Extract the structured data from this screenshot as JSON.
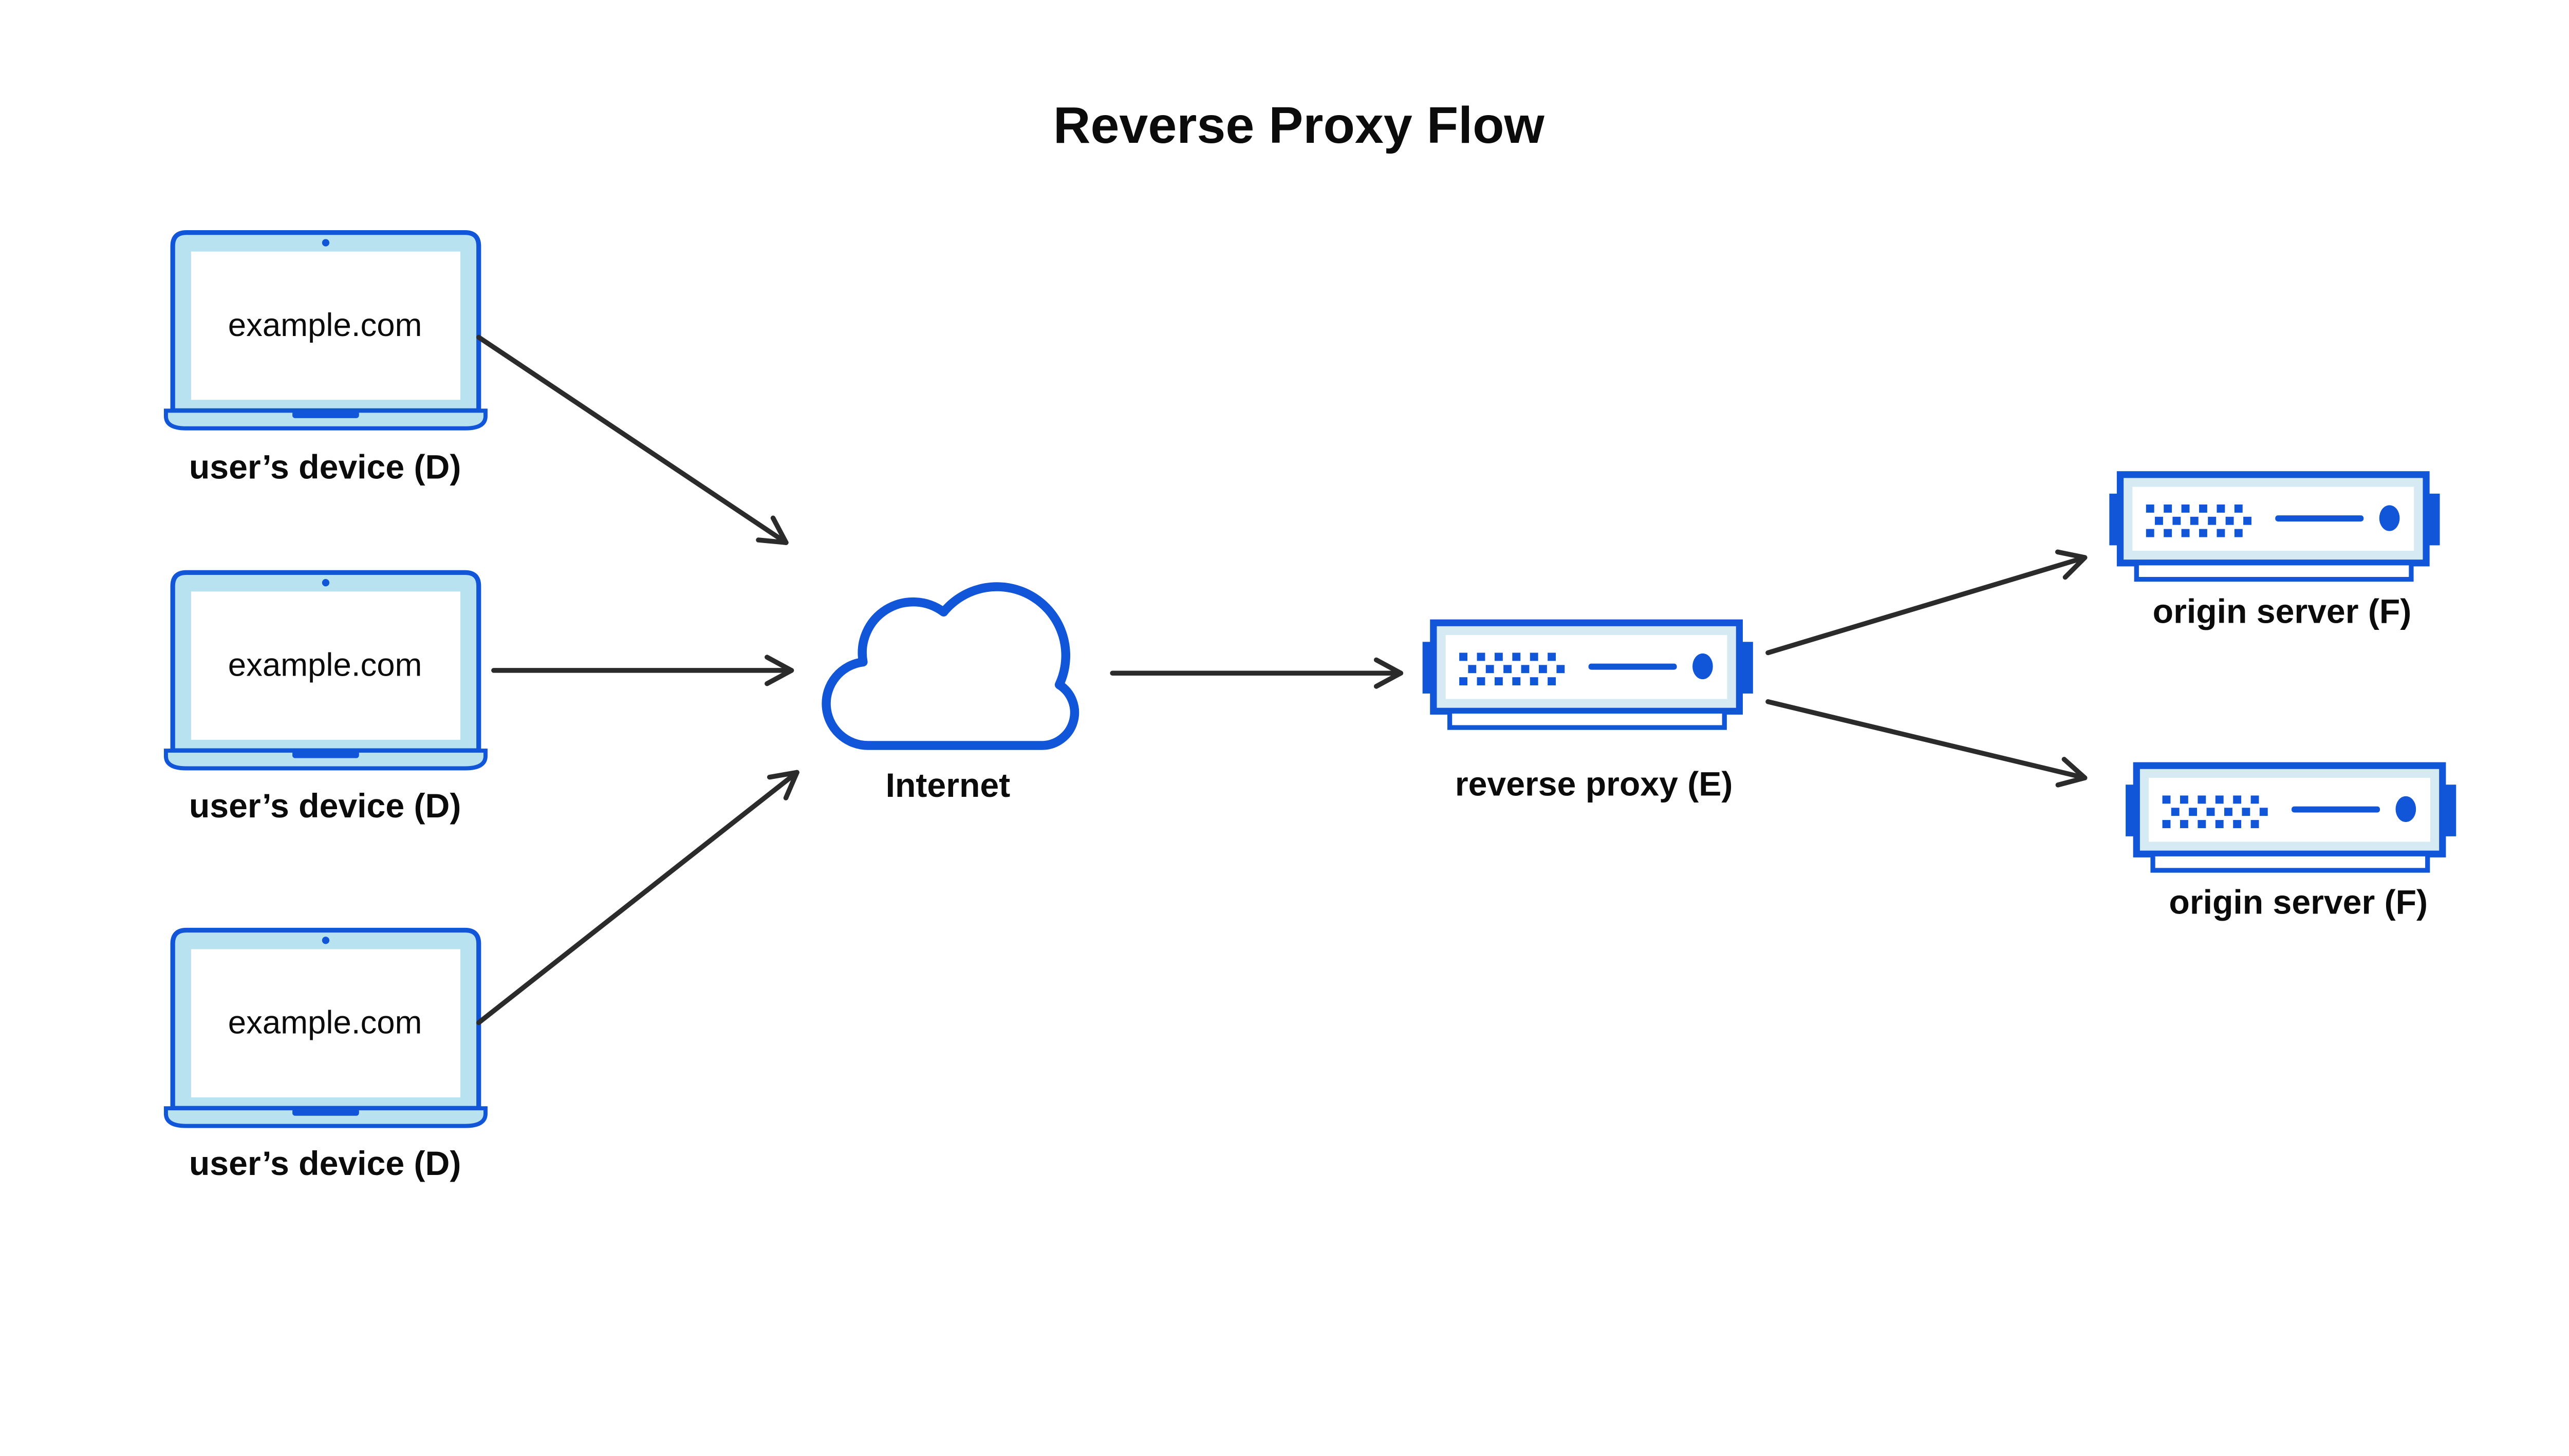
{
  "title": "Reverse Proxy Flow",
  "colors": {
    "accent": "#1156d8",
    "laptop_fill": "#b9e2f1",
    "server_fill": "#d6eaf4",
    "arrow": "#2b2b2b",
    "text": "#0b0b0c",
    "bg": "#ffffff"
  },
  "icons": {
    "device": "laptop-icon",
    "internet": "cloud-icon",
    "reverse_proxy": "server-icon",
    "origin_server": "server-icon"
  },
  "nodes": {
    "devices": [
      {
        "screen_label": "example.com",
        "caption": "user’s device (D)"
      },
      {
        "screen_label": "example.com",
        "caption": "user’s device (D)"
      },
      {
        "screen_label": "example.com",
        "caption": "user’s device (D)"
      }
    ],
    "internet": {
      "caption": "Internet"
    },
    "reverse_proxy": {
      "caption": "reverse proxy (E)"
    },
    "origin_servers": [
      {
        "caption": "origin server (F)"
      },
      {
        "caption": "origin server (F)"
      }
    ]
  },
  "edges": [
    {
      "from": "user-device-1",
      "to": "internet"
    },
    {
      "from": "user-device-2",
      "to": "internet"
    },
    {
      "from": "user-device-3",
      "to": "internet"
    },
    {
      "from": "internet",
      "to": "reverse-proxy"
    },
    {
      "from": "reverse-proxy",
      "to": "origin-server-1"
    },
    {
      "from": "reverse-proxy",
      "to": "origin-server-2"
    }
  ]
}
